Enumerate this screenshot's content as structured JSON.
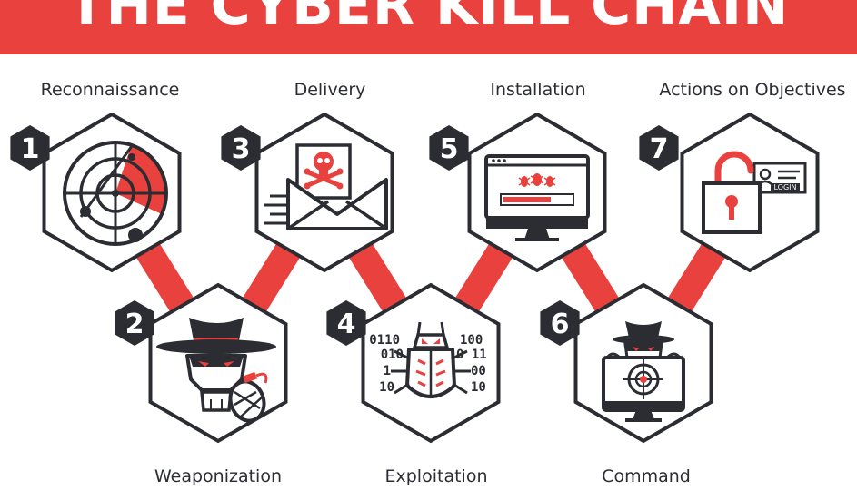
{
  "title": "THE CYBER KILL CHAIN",
  "colors": {
    "accent": "#e8413e",
    "dark": "#2b2d33",
    "background": "#ffffff"
  },
  "stages": [
    {
      "number": "1",
      "label": "Reconnaissance",
      "icon": "radar-icon"
    },
    {
      "number": "2",
      "label": "Weaponization",
      "icon": "hacker-with-grenade-icon"
    },
    {
      "number": "3",
      "label": "Delivery",
      "icon": "malicious-envelope-icon"
    },
    {
      "number": "4",
      "label": "Exploitation",
      "icon": "bug-with-binary-icon"
    },
    {
      "number": "5",
      "label": "Installation",
      "icon": "monitor-install-icon"
    },
    {
      "number": "6",
      "label": "Command",
      "icon": "hacker-target-monitor-icon"
    },
    {
      "number": "7",
      "label": "Actions on Objectives",
      "icon": "padlock-login-icon"
    }
  ],
  "binary": [
    "0110",
    "010",
    "1",
    "10",
    "100",
    "0 11",
    "00",
    "10"
  ],
  "login_text": "LOGIN"
}
